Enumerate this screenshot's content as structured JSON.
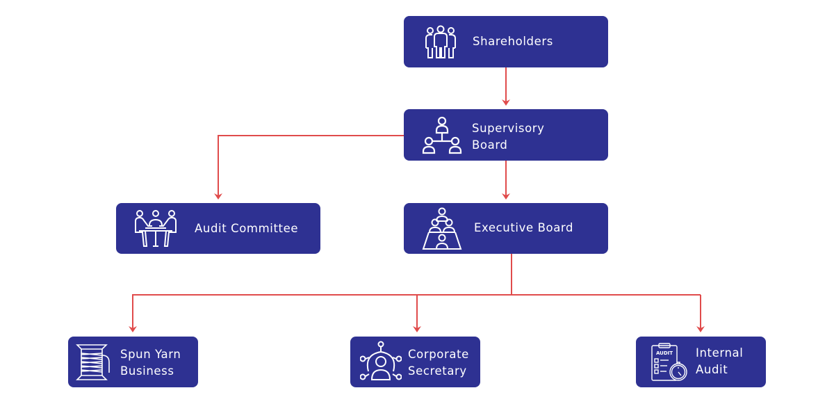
{
  "diagram": {
    "type": "org-chart",
    "colors": {
      "node_fill": "#2e3192",
      "node_text": "#ffffff",
      "connector": "#e04b4b"
    },
    "nodes": [
      {
        "id": "shareholders",
        "label": "Shareholders",
        "icon": "group-of-people-icon"
      },
      {
        "id": "supervisory_board",
        "label": "Supervisory\nBoard",
        "icon": "hierarchy-people-icon"
      },
      {
        "id": "audit_committee",
        "label": "Audit Committee",
        "icon": "meeting-table-icon"
      },
      {
        "id": "executive_board",
        "label": "Executive Board",
        "icon": "boardroom-icon"
      },
      {
        "id": "spun_yarn_business",
        "label": "Spun Yarn\nBusiness",
        "icon": "thread-spool-icon"
      },
      {
        "id": "corporate_secretary",
        "label": "Corporate\nSecretary",
        "icon": "network-person-icon"
      },
      {
        "id": "internal_audit",
        "label": "Internal\nAudit",
        "icon": "audit-clipboard-icon",
        "icon_text": "AUDIT"
      }
    ],
    "edges": [
      {
        "from": "shareholders",
        "to": "supervisory_board"
      },
      {
        "from": "supervisory_board",
        "to": "audit_committee"
      },
      {
        "from": "supervisory_board",
        "to": "executive_board"
      },
      {
        "from": "executive_board",
        "to": "spun_yarn_business"
      },
      {
        "from": "executive_board",
        "to": "corporate_secretary"
      },
      {
        "from": "executive_board",
        "to": "internal_audit"
      }
    ]
  }
}
